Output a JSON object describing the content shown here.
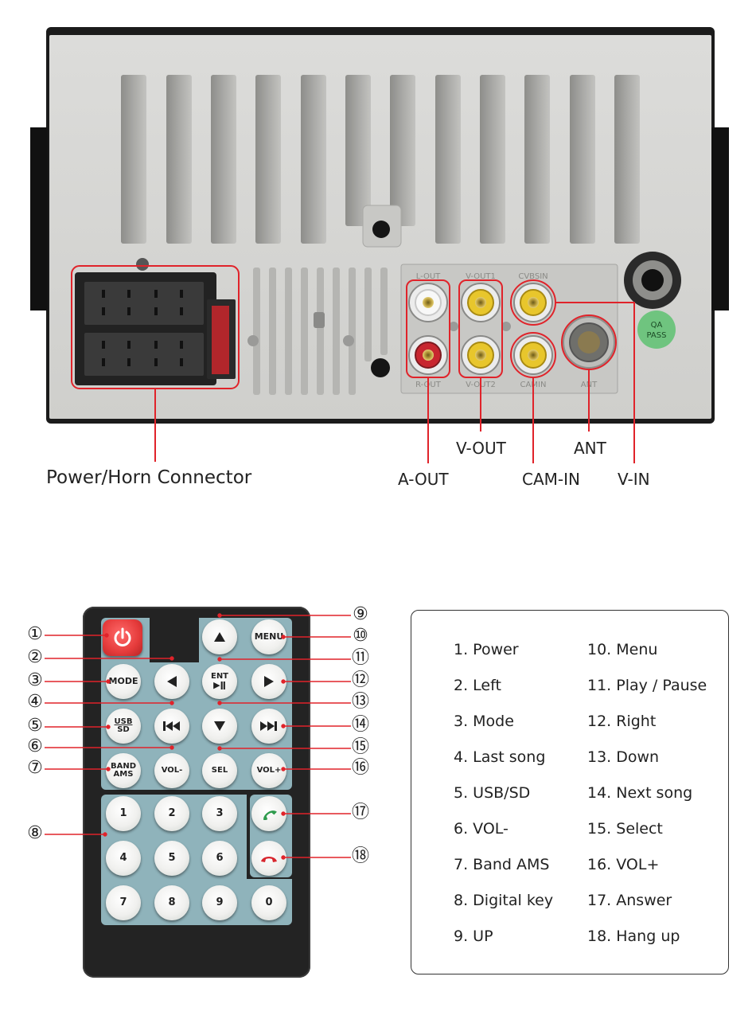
{
  "unit_labels": {
    "power_horn": "Power/Horn Connector",
    "a_out": "A-OUT",
    "v_out": "V-OUT",
    "cam_in": "CAM-IN",
    "ant": "ANT",
    "v_in": "V-IN"
  },
  "panel_print": {
    "l_out": "L-OUT",
    "v_out1": "V-OUT1",
    "cvbsin": "CVBSIN",
    "r_out": "R-OUT",
    "v_out2": "V-OUT2",
    "camin": "CAMIN",
    "ant": "ANT",
    "qa_line1": "QA",
    "qa_line2": "PASS"
  },
  "remote_buttons": {
    "menu": "MENU",
    "mode": "MODE",
    "ent": "ENT",
    "play": "▶ǁ",
    "usb": "USB",
    "sd": "SD",
    "band": "BAND",
    "ams": "AMS",
    "vol_minus": "VOL-",
    "sel": "SEL",
    "vol_plus": "VOL+",
    "digits": [
      "1",
      "2",
      "3",
      "4",
      "5",
      "6",
      "7",
      "8",
      "9",
      "0"
    ]
  },
  "callouts": [
    "①",
    "②",
    "③",
    "④",
    "⑤",
    "⑥",
    "⑦",
    "⑧",
    "⑨",
    "⑩",
    "⑪",
    "⑫",
    "⑬",
    "⑭",
    "⑮",
    "⑯",
    "⑰",
    "⑱"
  ],
  "legend": {
    "left": [
      "1. Power",
      "2. Left",
      "3. Mode",
      "4. Last song",
      "5. USB/SD",
      "6. VOL-",
      "7. Band AMS",
      "8. Digital key",
      "9. UP"
    ],
    "right": [
      "10. Menu",
      "11. Play / Pause",
      "12. Right",
      "13. Down",
      "14. Next song",
      "15. Select",
      "16. VOL+",
      "17. Answer",
      "18. Hang up"
    ]
  },
  "colors": {
    "callout_red": "#e0232a",
    "remote_body": "#222222",
    "keypad_bg": "#8fb3bb",
    "power_red": "#e53b3b",
    "answer_green": "#2e9b4d",
    "hangup_red": "#d8252d",
    "rca_white": "#f2f2f2",
    "rca_red": "#c8262f",
    "rca_yellow": "#e8c62c"
  }
}
